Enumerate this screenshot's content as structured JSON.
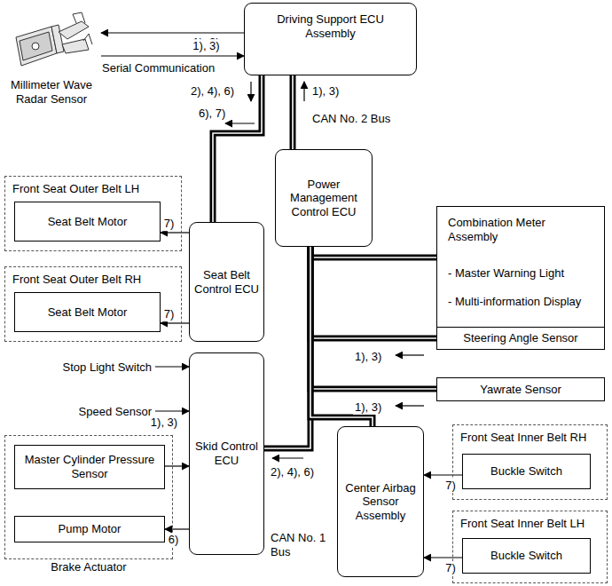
{
  "diagram": {
    "nodes": [
      {
        "text": [
          "Driving Support ECU Assembly"
        ]
      },
      {
        "text": [
          "Millimeter Wave Radar Sensor"
        ]
      },
      {
        "text": [
          "Power Management Control ECU"
        ]
      },
      {
        "text": [
          "Front Seat Outer Belt LH"
        ]
      },
      {
        "text": [
          "Seat Belt Motor"
        ],
        "in": 3
      },
      {
        "text": [
          "Front Seat Outer Belt RH"
        ]
      },
      {
        "text": [
          "Seat Belt Motor"
        ],
        "in": 5
      },
      {
        "text": [
          "Seat Belt Control ECU"
        ]
      },
      {
        "text": [
          "Combination Meter Assembly",
          "- Master Warning Light",
          "- Multi-information Display"
        ]
      },
      {
        "text": [
          "Steering Angle Sensor"
        ]
      },
      {
        "text": [
          "Yawrate Sensor"
        ]
      },
      {
        "text": [
          "Skid Control ECU"
        ]
      },
      {
        "text": [
          "Stop Light Switch"
        ]
      },
      {
        "text": [
          "Speed Sensor"
        ]
      },
      {
        "text": [
          "Brake Actuator"
        ]
      },
      {
        "text": [
          "Master Cylinder Pressure Sensor"
        ],
        "in": 14
      },
      {
        "text": [
          "Pump Motor"
        ],
        "in": 14
      },
      {
        "text": [
          "Center Airbag Sensor Assembly"
        ]
      },
      {
        "text": [
          "Front Seat Inner Belt RH"
        ]
      },
      {
        "text": [
          "Buckle Switch"
        ],
        "in": 18
      },
      {
        "text": [
          "Front Seat Inner Belt LH"
        ]
      },
      {
        "text": [
          "Buckle Switch"
        ],
        "in": 20
      }
    ],
    "edges": [
      {
        "from": 0,
        "to": 1,
        "arrow": "to",
        "label": "1), 3)"
      },
      {
        "from": 1,
        "to": 0,
        "arrow": "to",
        "label": "1), 3)"
      },
      {
        "from": 0,
        "to": 2,
        "arrow": "none"
      },
      {
        "from": 0,
        "to": 7,
        "arrow": "none"
      },
      {
        "from": 2,
        "to": 8,
        "arrow": "none"
      },
      {
        "from": 2,
        "to": 9,
        "arrow": "none"
      },
      {
        "from": 2,
        "to": 10,
        "arrow": "none"
      },
      {
        "from": 2,
        "to": 11,
        "arrow": "none"
      },
      {
        "from": 2,
        "to": 17,
        "arrow": "none"
      },
      {
        "from": 7,
        "to": 4,
        "arrow": "to",
        "label": "7)"
      },
      {
        "from": 7,
        "to": 6,
        "arrow": "to",
        "label": "7)"
      },
      {
        "from": 12,
        "to": 11,
        "arrow": "to"
      },
      {
        "from": 13,
        "to": 11,
        "arrow": "to",
        "label": "1), 3)"
      },
      {
        "from": 15,
        "to": 11,
        "arrow": "to"
      },
      {
        "from": 11,
        "to": 16,
        "arrow": "to",
        "label": "6)"
      },
      {
        "from": 19,
        "to": 17,
        "arrow": "to",
        "label": "7)"
      },
      {
        "from": 21,
        "to": 17,
        "arrow": "to",
        "label": "7)"
      }
    ],
    "labels": [
      "Serial Communication",
      "2), 4), 6)",
      "1), 3)",
      "CAN No. 2 Bus",
      "6), 7)",
      "1), 3)",
      "1), 3)",
      "2), 4), 6)",
      "CAN No. 1 Bus"
    ]
  }
}
